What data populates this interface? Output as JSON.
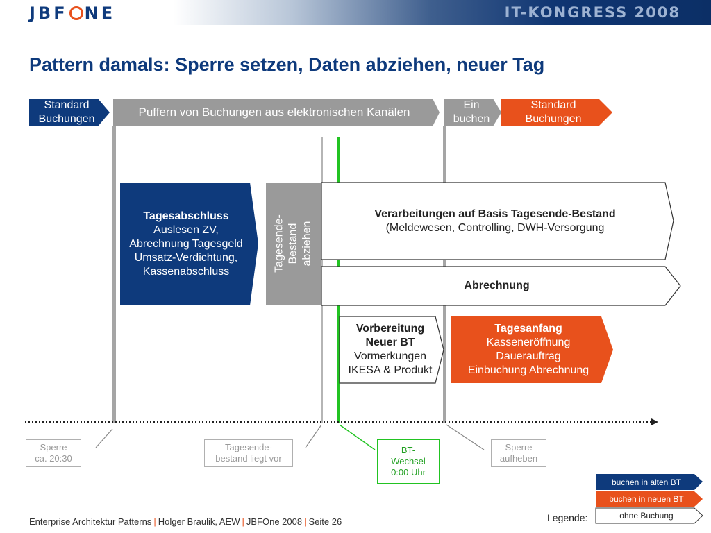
{
  "header": {
    "logo_pre": "JBF",
    "logo_post": "NE",
    "congress": "IT-KONGRESS 2008"
  },
  "page_title": "Pattern damals: Sperre setzen, Daten abziehen, neuer Tag",
  "top_row": {
    "standard_left": [
      "Standard",
      "Buchungen"
    ],
    "puffern": "Puffern von Buchungen aus elektronischen Kanälen",
    "einbuchen": [
      "Ein",
      "buchen"
    ],
    "standard_right": [
      "Standard",
      "Buchungen"
    ]
  },
  "tagesabschluss": {
    "heading": "Tagesabschluss",
    "lines": [
      "Auslesen ZV,",
      "Abrechnung Tagesgeld",
      "Umsatz-Verdichtung,",
      "Kassenabschluss"
    ]
  },
  "bestand_vertical": [
    "Tagesende-",
    "Bestand",
    "abziehen"
  ],
  "verarbeitungen": {
    "heading": "Verarbeitungen auf Basis Tagesende-Bestand",
    "detail": "(Meldewesen, Controlling, DWH-Versorgung"
  },
  "abrechnung": "Abrechnung",
  "vorbereitung": {
    "heading": [
      "Vorbereitung",
      "Neuer BT"
    ],
    "lines": [
      "Vormerkungen",
      "IKESA & Produkt"
    ]
  },
  "tagesanfang": {
    "heading": "Tagesanfang",
    "lines": [
      "Kasseneröffnung",
      "Dauerauftrag",
      "Einbuchung Abrechnung"
    ]
  },
  "timeline_labels": {
    "sperre": [
      "Sperre",
      "ca. 20:30"
    ],
    "bestand": [
      "Tagesende-",
      "bestand liegt vor"
    ],
    "bt_wechsel": [
      "BT-",
      "Wechsel",
      "0:00 Uhr"
    ],
    "aufheben": [
      "Sperre",
      "aufheben"
    ]
  },
  "legend": {
    "label": "Legende:",
    "alt": "buchen in alten BT",
    "neu": "buchen in neuen BT",
    "ohne": "ohne Buchung"
  },
  "footer": {
    "part1": "Enterprise Architektur Patterns",
    "part2": "Holger Braulik, AEW",
    "part3": "JBFOne 2008",
    "part4": "Seite 26"
  },
  "colors": {
    "navy": "#0e3a7c",
    "orange": "#e8511c",
    "gray": "#9a9a9a",
    "green": "#22c322"
  }
}
